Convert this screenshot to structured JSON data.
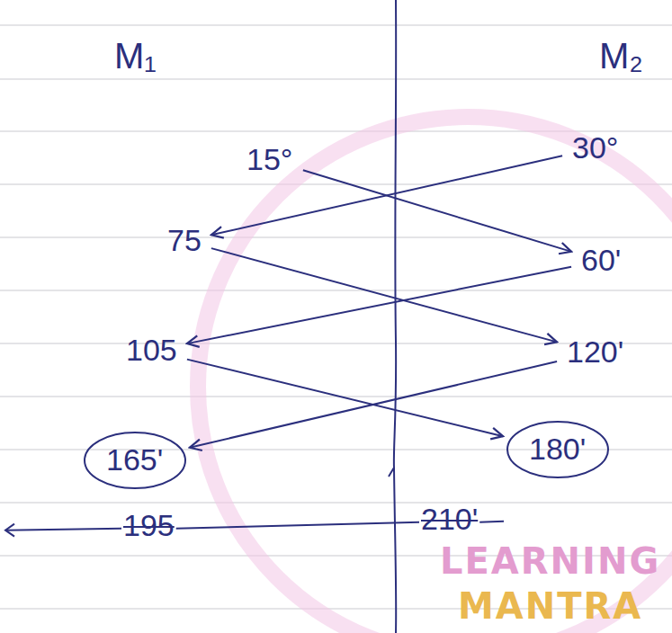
{
  "diagram": {
    "nodes": [
      {
        "text": [
          "15°"
        ]
      },
      {
        "text": [
          "30°"
        ]
      },
      {
        "text": [
          "75"
        ]
      },
      {
        "text": [
          "60'"
        ]
      },
      {
        "text": [
          "105"
        ]
      },
      {
        "text": [
          "120'"
        ]
      },
      {
        "text": [
          "165'"
        ]
      },
      {
        "text": [
          "180'"
        ]
      }
    ],
    "edges": [
      {
        "from": 0,
        "to": 3,
        "arrow": "to"
      },
      {
        "from": 1,
        "to": 2,
        "arrow": "to"
      },
      {
        "from": 2,
        "to": 5,
        "arrow": "to"
      },
      {
        "from": 3,
        "to": 4,
        "arrow": "to"
      },
      {
        "from": 4,
        "to": 7,
        "arrow": "to"
      },
      {
        "from": 5,
        "to": 6,
        "arrow": "to"
      }
    ],
    "labels": [
      "M₁",
      "M₂",
      "195",
      "210'",
      "LEARNING",
      "MANTRA"
    ]
  }
}
